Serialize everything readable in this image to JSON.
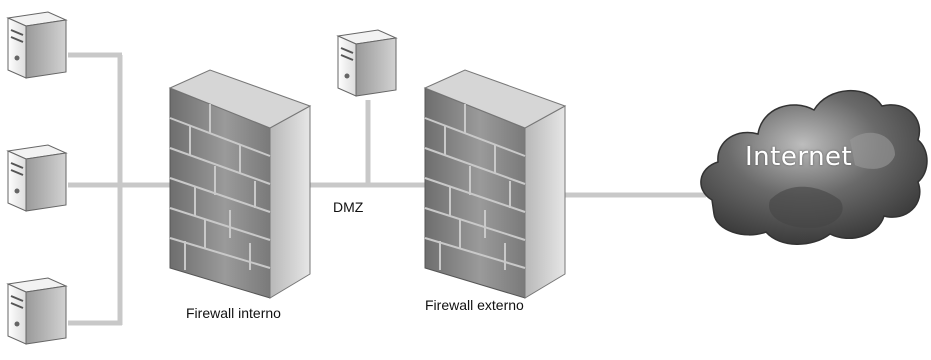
{
  "labels": {
    "internal_firewall": "Firewall interno",
    "external_firewall": "Firewall externo",
    "dmz": "DMZ",
    "internet": "Internet"
  },
  "nodes": {
    "internal_servers": [
      "server",
      "server",
      "server"
    ],
    "dmz_server": "server",
    "internal_firewall_icon": "brick-wall-icon",
    "external_firewall_icon": "brick-wall-icon",
    "cloud_icon": "cloud-icon"
  },
  "colors": {
    "link": "#c8c8c8",
    "wall_front": "#8a8a8a",
    "wall_side": "#c4c4c4",
    "cloud": "#5a5a5a"
  }
}
